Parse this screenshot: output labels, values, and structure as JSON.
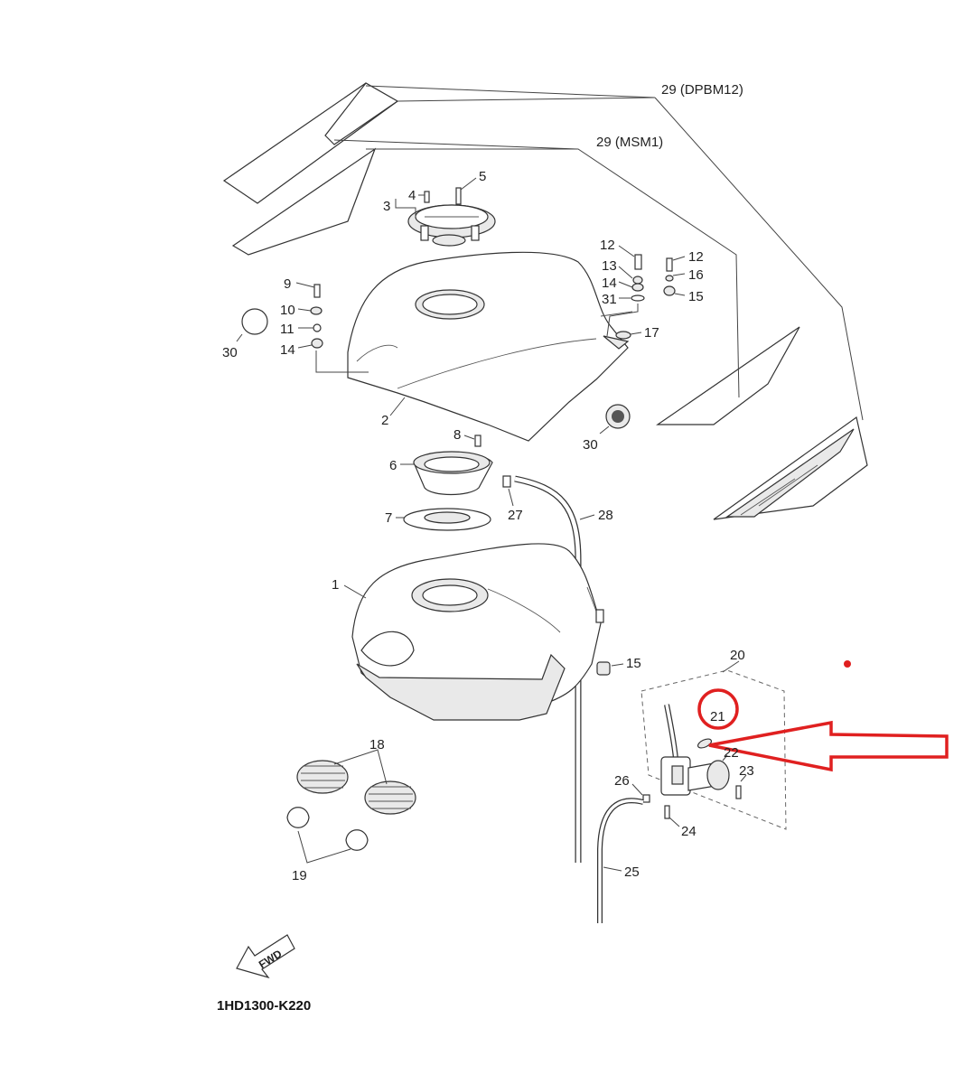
{
  "diagram": {
    "code": "1HD1300-K220",
    "fwd_text": "FWD",
    "accent_color": "#e02020",
    "highlighted_part": "21",
    "callouts": {
      "c29a": "29 (DPBM12)",
      "c29b": "29 (MSM1)",
      "c3": "3",
      "c4": "4",
      "c5": "5",
      "c9": "9",
      "c10": "10",
      "c11": "11",
      "c14a": "14",
      "c30a": "30",
      "c12a": "12",
      "c13": "13",
      "c14b": "14",
      "c31": "31",
      "c12b": "12",
      "c16": "16",
      "c15a": "15",
      "c17": "17",
      "c2": "2",
      "c30b": "30",
      "c8": "8",
      "c6": "6",
      "c7": "7",
      "c27": "27",
      "c28": "28",
      "c1": "1",
      "c15b": "15",
      "c20": "20",
      "c21": "21",
      "c22": "22",
      "c23": "23",
      "c24": "24",
      "c26": "26",
      "c25": "25",
      "c18": "18",
      "c19": "19"
    }
  }
}
